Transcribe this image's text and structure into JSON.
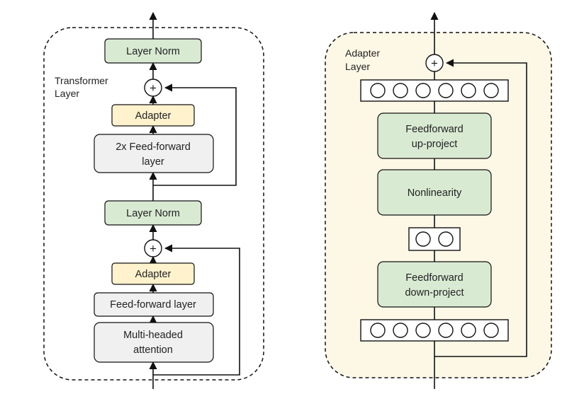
{
  "colors": {
    "green": "#d9ead3",
    "cream": "#fff2cc",
    "gray": "#f0f0f0",
    "adapter_region_bg": "#fdf8e6",
    "line": "#111111"
  },
  "transformer": {
    "region_label_line1": "Transformer",
    "region_label_line2": "Layer",
    "top_layer_norm": "Layer Norm",
    "top_add": "+",
    "top_adapter": "Adapter",
    "ffn_line1": "2x Feed-forward",
    "ffn_line2": "layer",
    "mid_layer_norm": "Layer Norm",
    "bottom_add": "+",
    "bottom_adapter": "Adapter",
    "ff_layer": "Feed-forward layer",
    "attn_line1": "Multi-headed",
    "attn_line2": "attention"
  },
  "adapter": {
    "region_label_line1": "Adapter",
    "region_label_line2": "Layer",
    "add": "+",
    "up_line1": "Feedforward",
    "up_line2": "up-project",
    "nonlinearity": "Nonlinearity",
    "down_line1": "Feedforward",
    "down_line2": "down-project",
    "wide_units": 6,
    "narrow_units": 2
  }
}
